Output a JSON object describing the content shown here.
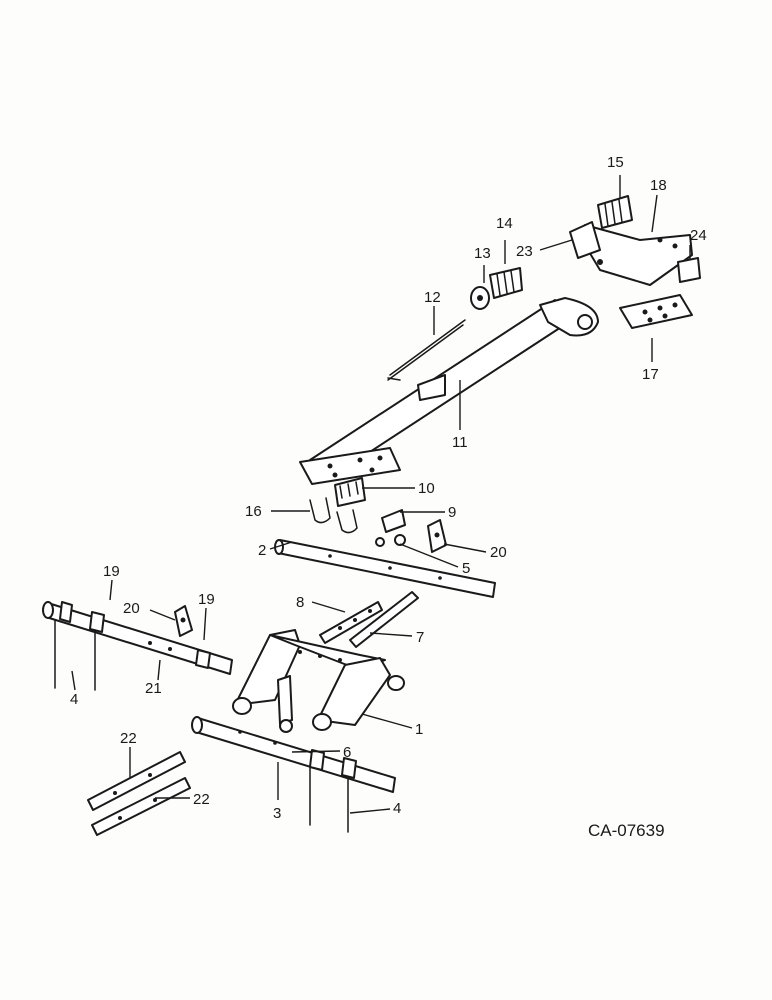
{
  "drawing_code": "CA-07639",
  "callouts": {
    "c1": "1",
    "c2": "2",
    "c3": "3",
    "c4a": "4",
    "c4b": "4",
    "c5": "5",
    "c6": "6",
    "c7": "7",
    "c8": "8",
    "c9": "9",
    "c10": "10",
    "c11": "11",
    "c12": "12",
    "c13": "13",
    "c14": "14",
    "c15": "15",
    "c16": "16",
    "c17": "17",
    "c18": "18",
    "c19a": "19",
    "c19b": "19",
    "c20a": "20",
    "c20b": "20",
    "c21": "21",
    "c22a": "22",
    "c22b": "22",
    "c23": "23",
    "c24": "24"
  },
  "colors": {
    "ink": "#1a1a1a",
    "paper": "#fdfdfb"
  }
}
